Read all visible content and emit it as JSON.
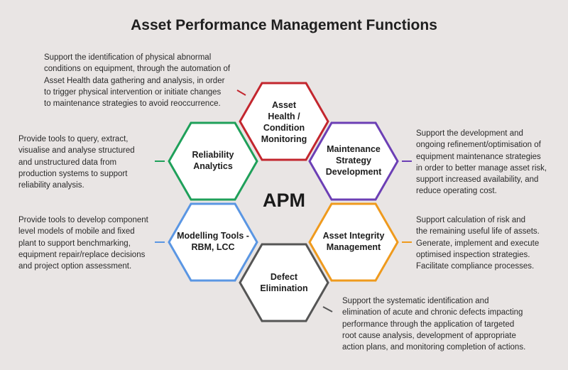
{
  "title": "Asset Performance Management Functions",
  "center": "APM",
  "colors": {
    "health": "#c3262e",
    "strategy": "#6c3fb5",
    "integrity": "#ef9a1d",
    "defect": "#555555",
    "modelling": "#5a96e3",
    "reliability": "#1fa05a"
  },
  "functions": [
    {
      "key": "health",
      "label": "Asset\nHealth / Condition\nMonitoring",
      "description": "Support the identification of physical abnormal\nconditions on equipment, through the automation of\nAsset Health data gathering and analysis, in order\nto trigger physical intervention or initiate changes\nto maintenance strategies to avoid reoccurrence."
    },
    {
      "key": "strategy",
      "label": "Maintenance\nStrategy\nDevelopment",
      "description": "Support the development and\nongoing refinement/optimisation of\nequipment maintenance strategies\nin order to better manage asset risk,\nsupport increased availability, and\nreduce operating cost."
    },
    {
      "key": "integrity",
      "label": "Asset Integrity\nManagement",
      "description": "Support calculation of risk and\nthe remaining useful life of assets.\nGenerate, implement and execute\noptimised inspection strategies.\nFacilitate compliance processes."
    },
    {
      "key": "defect",
      "label": "Defect\nElimination",
      "description": "Support the systematic identification and\nelimination of acute and chronic defects impacting\nperformance through the application of targeted\nroot cause analysis, development of appropriate\naction plans, and monitoring completion of actions."
    },
    {
      "key": "modelling",
      "label": "Modelling Tools -\nRBM, LCC",
      "description": "Provide tools to develop component\nlevel models of mobile and fixed\nplant to support benchmarking,\nequipment repair/replace decisions\nand project option assessment."
    },
    {
      "key": "reliability",
      "label": "Reliability\nAnalytics",
      "description": "Provide tools to query, extract,\nvisualise and analyse structured\nand unstructured data from\nproduction systems to support\nreliability analysis."
    }
  ]
}
